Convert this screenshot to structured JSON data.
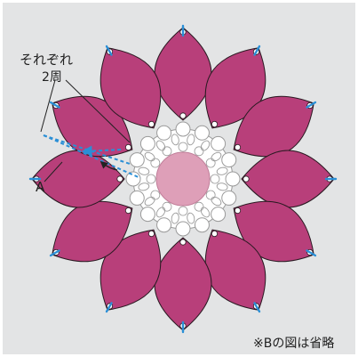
{
  "labels": {
    "each": "それぞれ",
    "times": "2周",
    "a": "A",
    "note": "※Bの図は省略"
  },
  "colors": {
    "background": "#e3e4e5",
    "petal": "#b83f7a",
    "petal_outline": "#2a1a22",
    "center_disc": "#de9fb8",
    "lace": "#ffffff",
    "lace_outline": "#9a9a9a",
    "thread_blue": "#2a8fd6",
    "arrow_black": "#222222"
  },
  "icons": {
    "flower": "flower-motif-diagram",
    "arrow": "black-curved-arrow"
  },
  "petal_count": 12
}
